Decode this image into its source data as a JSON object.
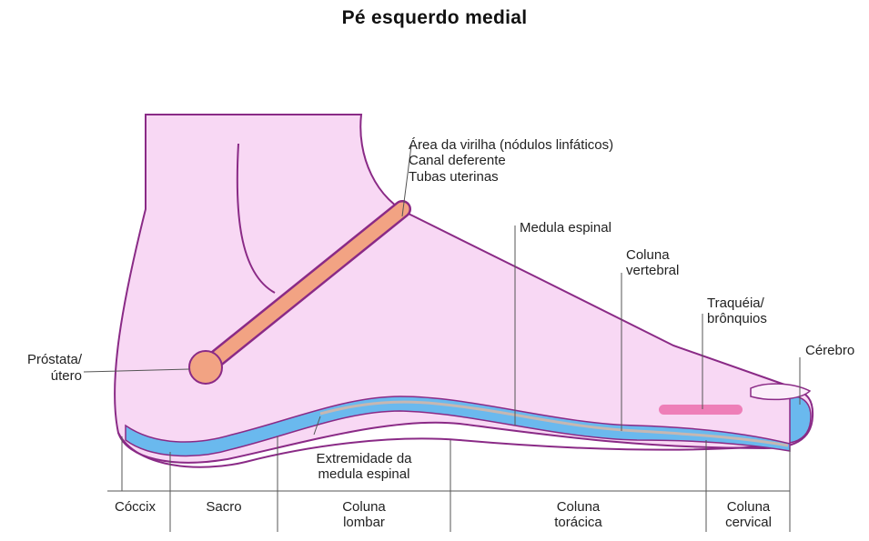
{
  "title": "Pé esquerdo medial",
  "labels": {
    "groin": "Área da virilha (nódulos linfáticos)",
    "vas_deferens": "Canal deferente",
    "fallopian": "Tubas uterinas",
    "spinal_cord": "Medula espinal",
    "spine_line1": "Coluna",
    "spine_line2": "vertebral",
    "trachea_line1": "Traquéia/",
    "trachea_line2": "brônquios",
    "brain": "Cérebro",
    "prostate_line1": "Próstata/",
    "prostate_line2": "útero",
    "cord_end_line1": "Extremidade da",
    "cord_end_line2": "medula espinal"
  },
  "segments": {
    "coccyx": "Cóccix",
    "sacrum": "Sacro",
    "lumbar_line1": "Coluna",
    "lumbar_line2": "lombar",
    "thoracic_line1": "Coluna",
    "thoracic_line2": "torácica",
    "cervical_line1": "Coluna",
    "cervical_line2": "cervical"
  },
  "colors": {
    "foot_fill": "#f8d8f4",
    "outline": "#8a2a86",
    "groin_band": "#f2a383",
    "spine_band": "#6ab9ee",
    "spinal_cord_line": "#c6b7b2",
    "trachea": "#ee7fb8",
    "leader_line": "#555555"
  }
}
